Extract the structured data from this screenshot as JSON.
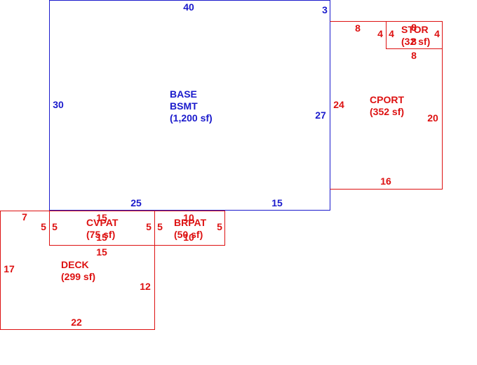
{
  "colors": {
    "base": "#1a1acc",
    "addition": "#dd1111"
  },
  "areas": {
    "base": {
      "line1": "BASE",
      "line2": "BSMT",
      "area": "(1,200 sf)"
    },
    "cport": {
      "line1": "CPORT",
      "area": "(352 sf)"
    },
    "stor": {
      "line1": "STOR",
      "area": "(32 sf)"
    },
    "cvpat": {
      "line1": "CVPAT",
      "area": "(75 sf)"
    },
    "brpat": {
      "line1": "BRPAT",
      "area": "(50 sf)"
    },
    "deck": {
      "line1": "DECK",
      "area": "(299 sf)"
    }
  },
  "dims": {
    "base_top": "40",
    "base_top_right": "3",
    "base_left": "30",
    "base_right": "27",
    "base_bottom_left": "25",
    "base_bottom_right": "15",
    "cport_top": "8",
    "cport_left": "24",
    "cport_right": "20",
    "cport_bottom": "16",
    "stor_left_outer": "4",
    "stor_left_inner": "4",
    "stor_top": "8",
    "stor_inner": "8",
    "stor_right": "4",
    "stor_bottom": "8",
    "deck_top": "7",
    "deck_left": "17",
    "deck_right": "12",
    "deck_top_right": "15",
    "deck_bottom": "22",
    "cvpat_left_outer": "5",
    "cvpat_left_inner": "5",
    "cvpat_top": "15",
    "cvpat_bottom": "15",
    "cvpat_right_inner": "5",
    "brpat_left": "5",
    "brpat_top": "10",
    "brpat_bottom": "10",
    "brpat_right": "5"
  }
}
